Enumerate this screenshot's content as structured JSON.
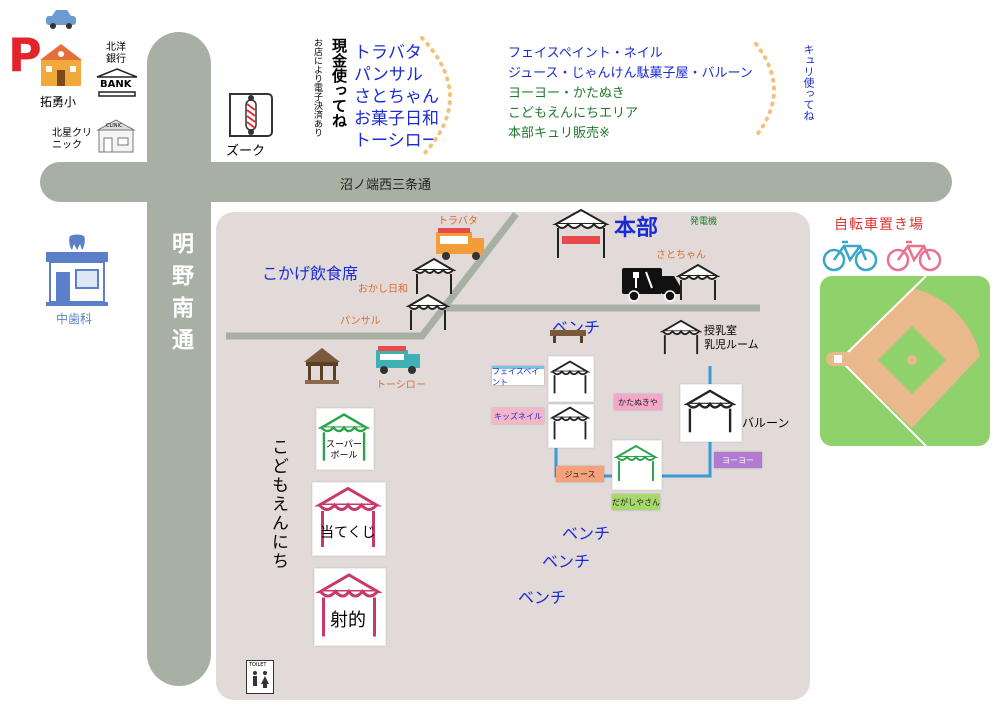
{
  "top_left": {
    "parking": "P",
    "school": "拓勇小",
    "bank_name": "北洋\n銀行",
    "bank_sign": "BANK",
    "clinic": "北星クリ\nニック",
    "clinic_sign": "CLINIC"
  },
  "barber": "ズーク",
  "cash_section": {
    "title": "現金使ってね",
    "note": "お店により電子決済あり",
    "vendors": [
      "トラバタ",
      "パンサル",
      "さとちゃん",
      "お菓子日和",
      "トーシロー"
    ]
  },
  "ticket_section": {
    "items": [
      "フェイスペイント・ネイル",
      "ジュース・じゃんけん駄菓子屋・バルーン",
      "ヨーヨー・かたぬき",
      "こどもえんにちエリア",
      "本部キュリ販売※"
    ],
    "title": "キュリ使ってね"
  },
  "roads": {
    "horizontal": "沼ノ端西三条通",
    "vertical": "明野南通"
  },
  "dental": "中歯科",
  "bicycle_parking": "自転車置き場",
  "plaza": {
    "honbu": "本部",
    "generator": "発電機",
    "torabata": "トラバタ",
    "satochan": "さとちゃん",
    "dining": "こかげ飲食席",
    "okashi": "おかし日和",
    "pansaru": "パンサル",
    "toshiro": "トーシロー",
    "bench": "ベンチ",
    "nursing": "授乳室\n乳児ルーム",
    "balloon": "バルーン",
    "kids_area": "こどもえんにち",
    "superball": "スーパー\nボール",
    "atekuji": "当てくじ",
    "shateki": "射的",
    "toilet": "TOILET",
    "signs": {
      "face_paint": "フェイスペイント",
      "kids_nail": "キッズネイル",
      "katanuki": "かたぬきや",
      "juice": "ジュース",
      "yoyo": "ヨーヨー",
      "dagashi": "だがしやさん"
    }
  },
  "colors": {
    "road": "#a8b0a4",
    "plaza": "#e1dad9",
    "blue_text": "#1a2bd6",
    "orange_text": "#e06a2b",
    "green_text": "#1f7a2b",
    "parking": "#e3242b"
  }
}
